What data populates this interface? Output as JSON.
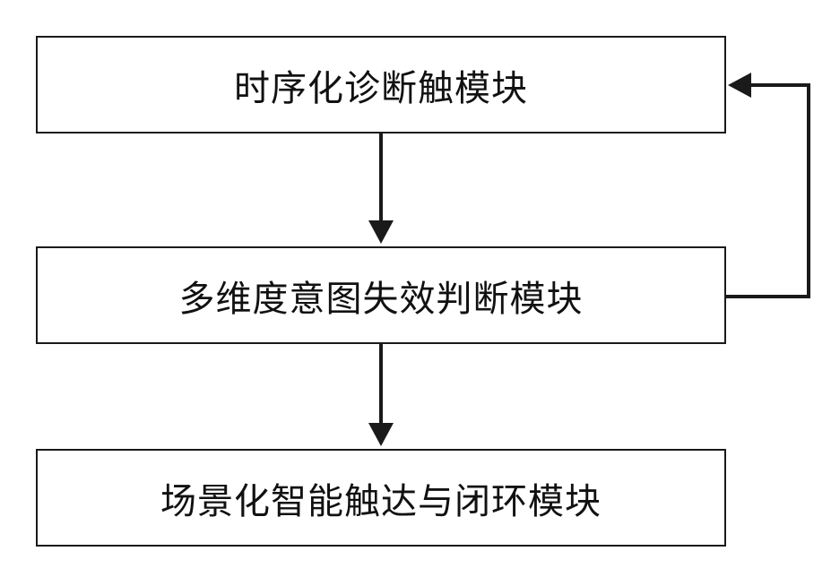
{
  "diagram": {
    "nodes": [
      {
        "id": "timing-diagnosis",
        "label": "时序化诊断触模块"
      },
      {
        "id": "intent-failure",
        "label": "多维度意图失效判断模块"
      },
      {
        "id": "scenario-reach",
        "label": "场景化智能触达与闭环模块"
      }
    ],
    "edges": [
      {
        "from": "timing-diagnosis",
        "to": "intent-failure",
        "kind": "down"
      },
      {
        "from": "intent-failure",
        "to": "scenario-reach",
        "kind": "down"
      },
      {
        "from": "intent-failure",
        "to": "timing-diagnosis",
        "kind": "feedback-right"
      }
    ],
    "colors": {
      "stroke": "#1a1a1a",
      "fill": "#ffffff",
      "text": "#111111"
    }
  }
}
